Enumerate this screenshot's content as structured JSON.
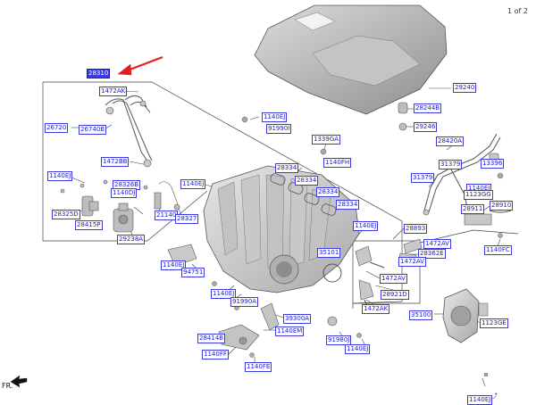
{
  "page_indicator": "1 of 2",
  "front_marker": "FR.",
  "callouts": {
    "c28310": "28310",
    "c1472AK_a": "1472AK",
    "c26720": "26720",
    "c26740B": "26740B",
    "c1472BB": "1472BB",
    "c1140EJ_a": "1140EJ",
    "c28326B": "28326B",
    "c1140DJ": "1140DJ",
    "c28325D": "28325D",
    "c28415P": "28415P",
    "c29238A": "29238A",
    "c21140": "21140",
    "c28327": "28327",
    "c1140EJ_b": "1140EJ",
    "c1140EJ_c": "1140EJ",
    "c91990I": "91990I",
    "c1339GA": "1339GA",
    "c1140FH": "1140FH",
    "c28334_a": "28334",
    "c28334_b": "28334",
    "c28334_c": "28334",
    "c28334_d": "28334",
    "c1140EJ_d": "1140EJ",
    "c29240": "29240",
    "c28244B": "28244B",
    "c29246": "29246",
    "c28420A": "28420A",
    "c31379_a": "31379",
    "c13396": "13396",
    "c31379_b": "31379",
    "c1140EJ_e": "1140EJ",
    "c1123GG": "1123GG",
    "c28911": "28911",
    "c28910": "28910",
    "c28893": "28893",
    "c1140FC": "1140FC",
    "c1472AV_a": "1472AV",
    "c28362E": "28362E",
    "c1472AV_b": "1472AV",
    "c1472AV_c": "1472AV",
    "c28921D": "28921D",
    "c1472AK_b": "1472AK",
    "c35101": "35101",
    "c1140EJ_f": "1140EJ",
    "c94751": "94751",
    "c1140EJ_g": "1140EJ",
    "c91990A": "91990A",
    "c39300A": "39300A",
    "c1140EM": "1140EM",
    "c28414B": "28414B",
    "c1140FF_a": "1140FF",
    "c1140FE": "1140FE",
    "c91980J": "91980J",
    "c1140EJ_h": "1140EJ",
    "c35100": "35100",
    "c1123GE": "1123GE",
    "c1140EJ_i": "1140EJ"
  },
  "colors": {
    "callout_border": "#3a3ae0",
    "callout_text": "#1a1ad0",
    "selected_fill": "#3a3ae0",
    "pointer_arrow": "#e02020",
    "line": "#333333",
    "part_fill": "#d9d9d9",
    "part_shade": "#b8b8b8"
  }
}
